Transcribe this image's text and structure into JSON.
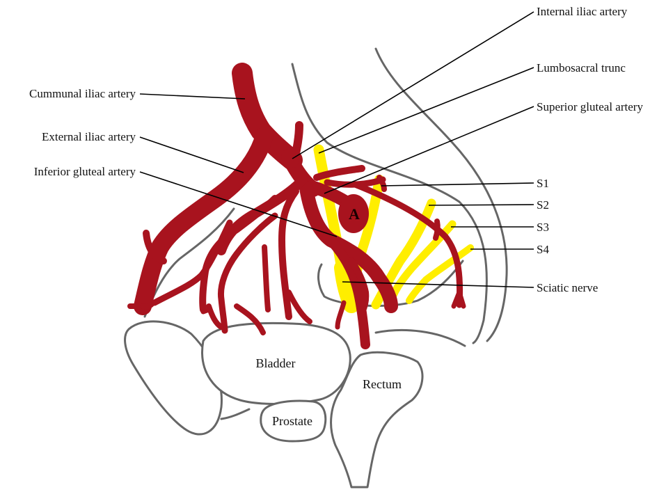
{
  "colors": {
    "artery": "#a8131e",
    "nerve": "#ffee00",
    "outline": "#666666",
    "leader": "#000000"
  },
  "labels": {
    "internal_iliac": "Internal iliac artery",
    "lumbosacral": "Lumbosacral trunc",
    "superior_gluteal": "Superior gluteal artery",
    "common_iliac": "Cummunal iliac artery",
    "external_iliac": "External iliac artery",
    "inferior_gluteal": "Inferior gluteal artery",
    "s1": "S1",
    "s2": "S2",
    "s3": "S3",
    "s4": "S4",
    "sciatic": "Sciatic nerve"
  },
  "organs": {
    "bladder": "Bladder",
    "rectum": "Rectum",
    "prostate": "Prostate"
  },
  "marker": "A"
}
